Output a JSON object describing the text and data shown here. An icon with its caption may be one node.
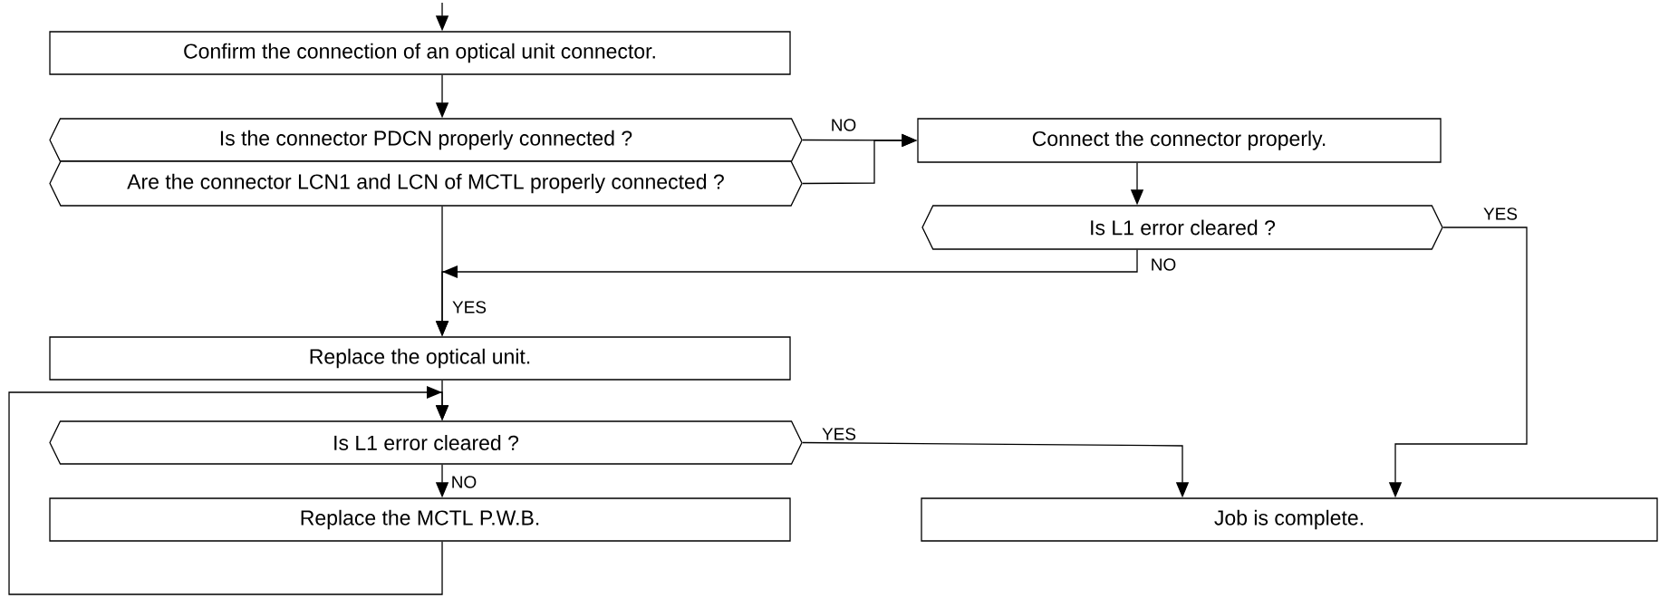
{
  "diagram": {
    "nodes": [
      {
        "text": [
          "Confirm the connection of an optical unit connector."
        ]
      },
      {
        "text": [
          "Is the connector PDCN properly connected ?"
        ]
      },
      {
        "text": [
          "Are the connector LCN1 and LCN of MCTL properly connected ?"
        ]
      },
      {
        "text": [
          "Connect the connector properly."
        ]
      },
      {
        "text": [
          "Is L1 error cleared ?"
        ]
      },
      {
        "text": [
          "Replace the optical unit."
        ]
      },
      {
        "text": [
          "Is L1 error cleared ?"
        ]
      },
      {
        "text": [
          "Replace the MCTL P.W.B."
        ]
      },
      {
        "text": [
          "Job is complete."
        ]
      }
    ],
    "edges": [
      {
        "from": null,
        "to": 0,
        "arrow": "to"
      },
      {
        "from": 0,
        "to": 1,
        "arrow": "to"
      },
      {
        "from": 1,
        "to": 3,
        "arrow": "to",
        "label": "NO"
      },
      {
        "from": 2,
        "to": 3,
        "arrow": "to"
      },
      {
        "from": 3,
        "to": 4,
        "arrow": "to"
      },
      {
        "from": 4,
        "to": 5,
        "arrow": "to",
        "label": "NO"
      },
      {
        "from": 2,
        "to": 5,
        "arrow": "to",
        "label": "YES"
      },
      {
        "from": 4,
        "to": 8,
        "arrow": "to",
        "label": "YES"
      },
      {
        "from": 5,
        "to": 6,
        "arrow": "to"
      },
      {
        "from": 6,
        "to": 7,
        "arrow": "to",
        "label": "NO"
      },
      {
        "from": 6,
        "to": 8,
        "arrow": "to",
        "label": "YES"
      },
      {
        "from": 7,
        "to": 6,
        "arrow": "to"
      }
    ]
  }
}
